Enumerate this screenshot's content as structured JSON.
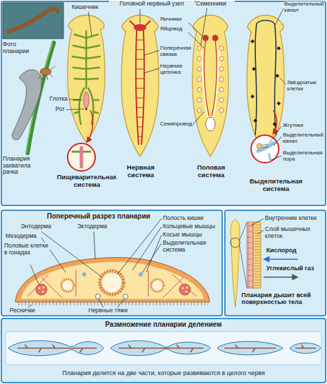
{
  "diagram": {
    "nodes": [
      {
        "text": [
          "Поперечный разрез планарии"
        ]
      },
      {
        "text": [
          "Планария дышит всей поверхностью тела"
        ]
      },
      {
        "text": [
          "Размножение планарии делением",
          "Планария делится на две части, которые развиваются в целого червя"
        ]
      }
    ],
    "labels": [
      "Фото планарии",
      "Планария захватила рачка",
      "Кишечник",
      "Глотка",
      "Рот",
      "Пищеварительная система",
      "Головной нервный узел",
      "Поперечная связка",
      "Нервная цепочка",
      "Нервная система",
      "Семенники",
      "Яичники",
      "Яйцевод",
      "Семяпровод",
      "Половая система",
      "Выделительный канал",
      "Звёздчатые клетки",
      "Жгутики",
      "Выделительный канал",
      "Выделительная пора",
      "Выделительная система",
      "Энтодерма",
      "Эктодерма",
      "Мезодерма",
      "Половые клетки в гонадах",
      "Реснички",
      "Нервные тяжи",
      "Полость кишки",
      "Кольцевые мышцы",
      "Косые мышцы",
      "Выделительная система",
      "Внутренние клетки",
      "Слой мышечных клеток",
      "Кислород",
      "Углекислый газ"
    ]
  }
}
